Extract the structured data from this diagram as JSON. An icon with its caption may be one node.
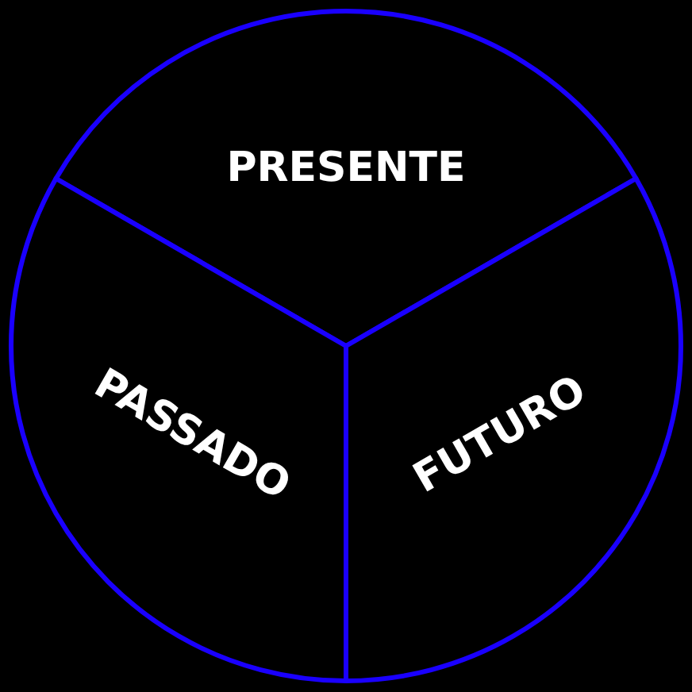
{
  "diagram": {
    "nodes": [
      {
        "text": [
          "PRESENTE"
        ]
      },
      {
        "text": [
          "PASSADO"
        ]
      },
      {
        "text": [
          "FUTURO"
        ]
      }
    ]
  }
}
